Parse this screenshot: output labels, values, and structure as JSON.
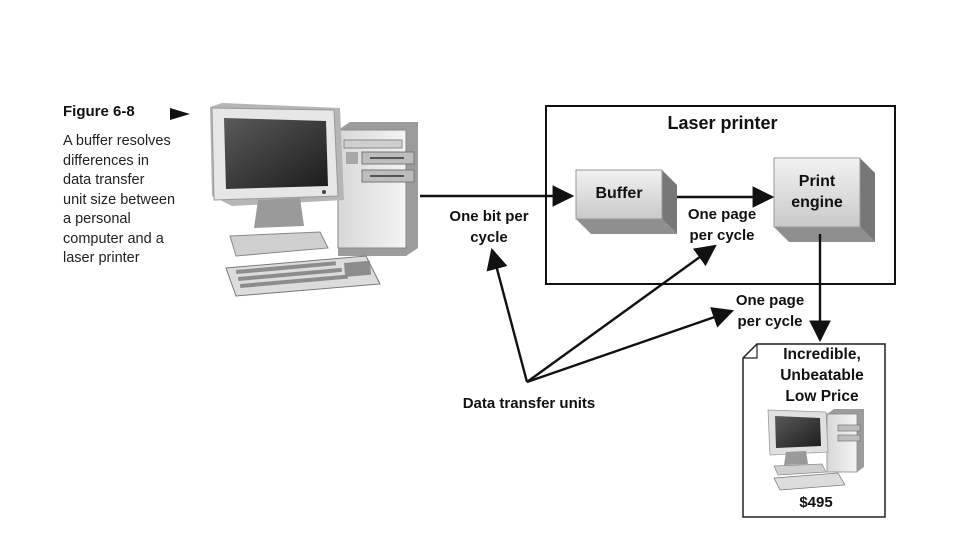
{
  "figure": {
    "number": "Figure 6-8",
    "caption_lines": [
      "A buffer resolves",
      "differences in",
      "data transfer",
      "unit size between",
      "a personal",
      "computer and a",
      "laser printer"
    ]
  },
  "laser_printer": {
    "title": "Laser printer",
    "buffer_label": "Buffer",
    "engine_label_lines": [
      "Print",
      "engine"
    ]
  },
  "labels": {
    "bit_line1": "One bit per",
    "bit_line2": "cycle",
    "page1_line1": "One page",
    "page1_line2": "per cycle",
    "page2_line1": "One page",
    "page2_line2": "per cycle",
    "data_units": "Data transfer units"
  },
  "printout": {
    "headline_lines": [
      "Incredible,",
      "Unbeatable",
      "Low Price"
    ],
    "price": "$495"
  }
}
